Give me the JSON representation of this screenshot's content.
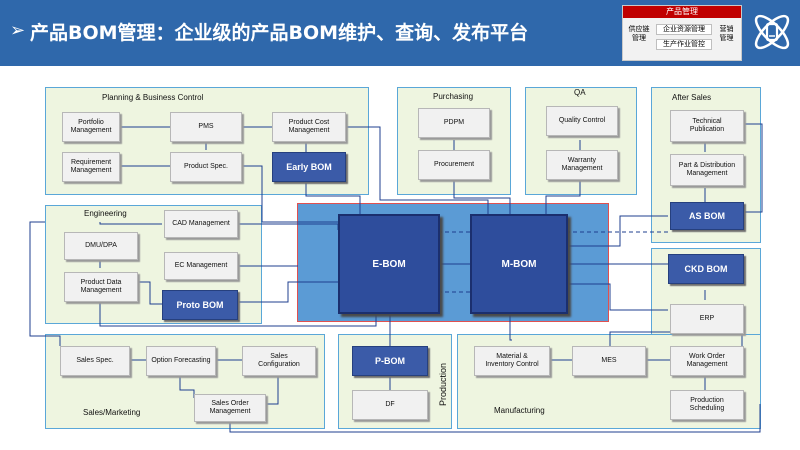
{
  "header": {
    "arrow": "➢",
    "title": "产品BOM管理：企业级的产品BOM维护、查询、发布平台",
    "mini_map": {
      "title": "产品管理",
      "supply_chain": "供应链\n管理",
      "erp": "企业资源管理",
      "production_control": "生产作业管控",
      "marketing": "营销\n管理"
    }
  },
  "groups": {
    "planning": "Planning & Business Control",
    "purchasing": "Purchasing",
    "qa": "QA",
    "after_sales": "After Sales",
    "engineering": "Engineering",
    "sales": "Sales/Marketing",
    "production": "Production",
    "manufacturing": "Manufacturing"
  },
  "boxes": {
    "portfolio": "Portfolio\nManagement",
    "pms": "PMS",
    "product_cost": "Product  Cost\nManagement",
    "requirement": "Requirement\nManagement",
    "product_spec": "Product  Spec.",
    "early_bom": "Early BOM",
    "pdpm": "PDPM",
    "procurement": "Procurement",
    "quality_control": "Quality  Control",
    "warranty": "Warranty\nManagement",
    "technical_pub": "Technical\nPublication",
    "part_dist": "Part & Distribution\nManagement",
    "as_bom": "AS BOM",
    "dmu": "DMU/DPA",
    "cad": "CAD Management",
    "ec": "EC Management",
    "product_data": "Product  Data\nManagement",
    "proto_bom": "Proto BOM",
    "e_bom": "E-BOM",
    "m_bom": "M-BOM",
    "ckd_bom": "CKD BOM",
    "erp": "ERP",
    "sales_spec": "Sales Spec.",
    "option_forecast": "Option  Forecasting",
    "sales_config": "Sales\nConfiguration",
    "sales_order": "Sales  Order\nManagement",
    "p_bom": "P-BOM",
    "df": "DF",
    "material": "Material  &\nInventory  Control",
    "mes": "MES",
    "work_order": "Work Order\nManagement",
    "production_sched": "Production\nScheduling"
  },
  "colors": {
    "header": "#2f68ab",
    "group_fill": "#eef5e0",
    "group_border": "#5aa7d8",
    "core_fill": "#5b9bd5",
    "core_border": "#e05050",
    "bom_fill": "#2e4d9c",
    "mini_title": "#c00000"
  }
}
